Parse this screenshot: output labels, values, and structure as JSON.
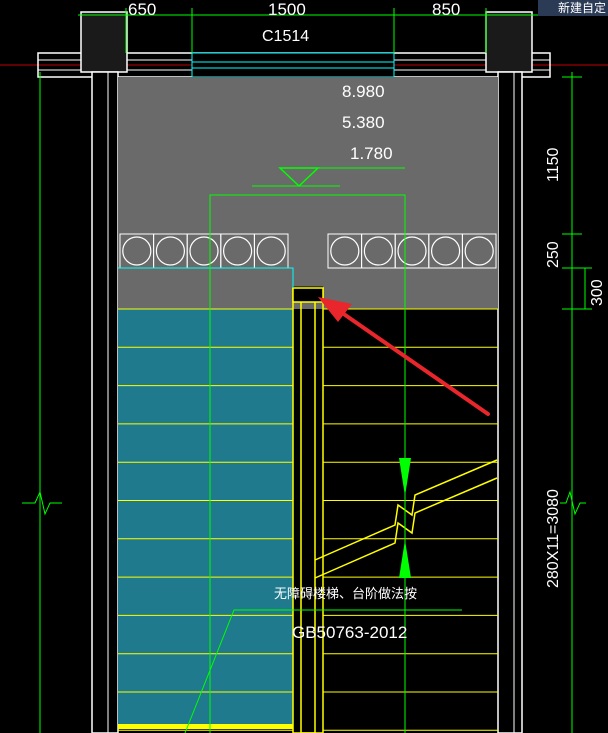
{
  "top_right_tab": "新建自定",
  "dims_top": [
    "650",
    "1500",
    "850"
  ],
  "window_label": "C1514",
  "elevations": [
    "8.980",
    "5.380",
    "1.780"
  ],
  "dims_right": [
    "1150",
    "250",
    "300",
    "280X11=3080"
  ],
  "annotation": "无障碍楼梯、台阶做法按",
  "standard": "GB50763-2012",
  "colors": {
    "dimension": "#00ff00",
    "walls": "#ffffff",
    "slab": "#6a6a6a",
    "steps_fill": "#1e7a8c",
    "step_lines": "#ffff00",
    "arrow": "#e8262b",
    "cyan": "#00ffff"
  }
}
